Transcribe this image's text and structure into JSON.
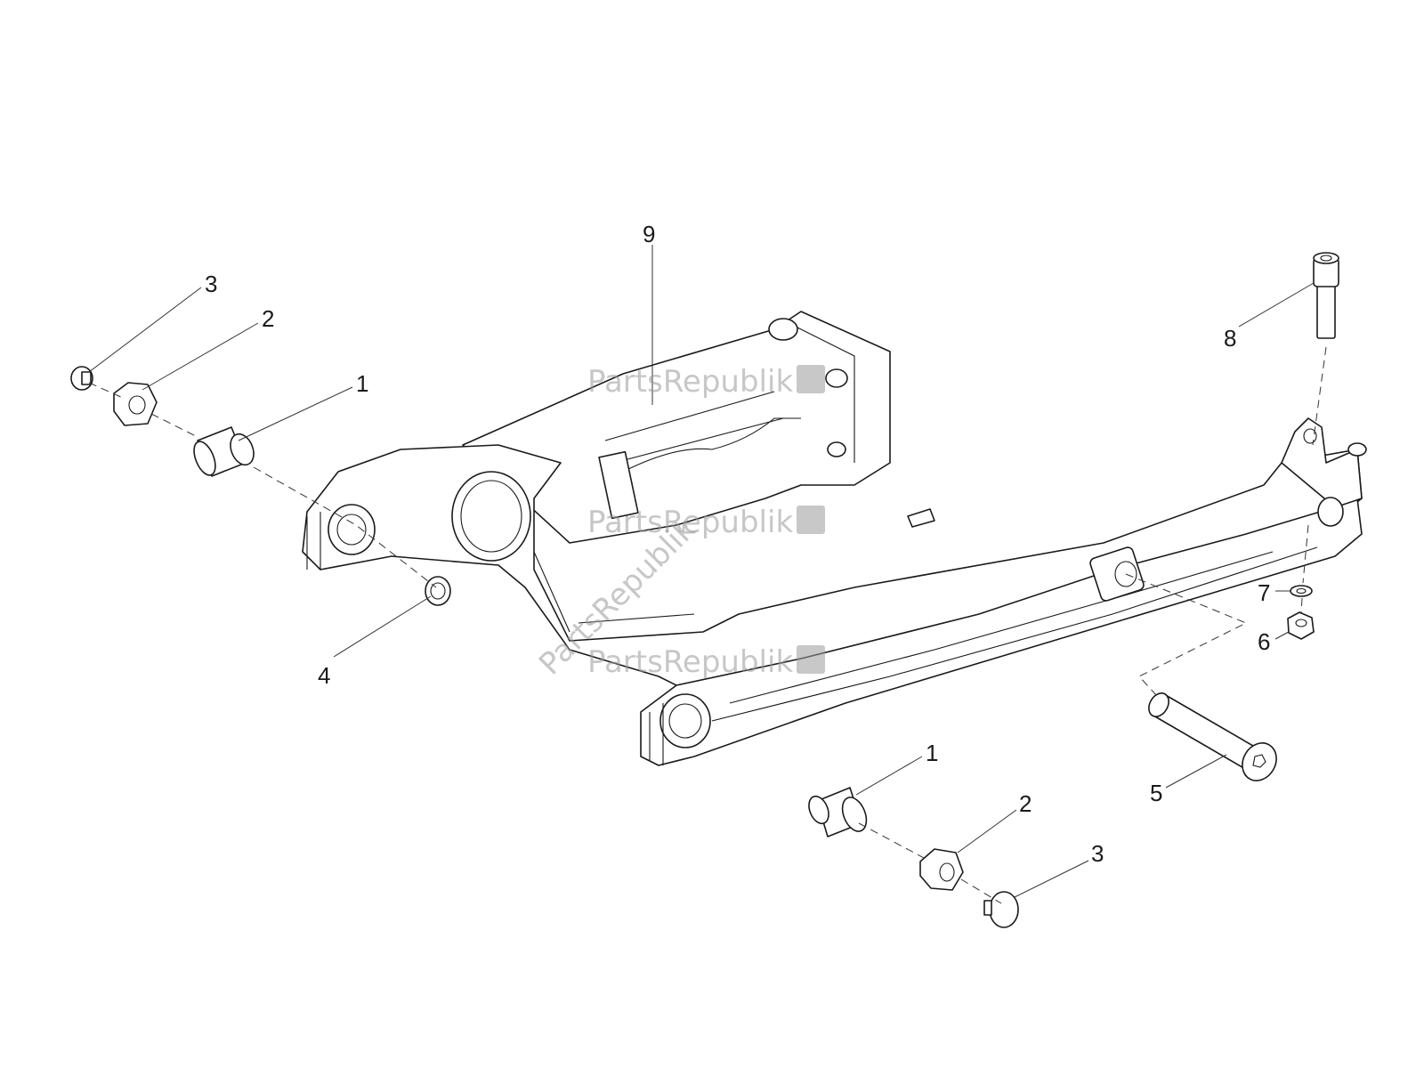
{
  "watermark": {
    "text": "PartsRepublik",
    "color": "#9a9a9a"
  },
  "callouts": {
    "c1_upper": "1",
    "c2_upper": "2",
    "c3_upper": "3",
    "c4": "4",
    "c5": "5",
    "c6": "6",
    "c7": "7",
    "c8": "8",
    "c9": "9",
    "c1_lower": "1",
    "c2_lower": "2",
    "c3_lower": "3"
  },
  "colors": {
    "line": "#1a1a1a",
    "background": "#ffffff"
  }
}
